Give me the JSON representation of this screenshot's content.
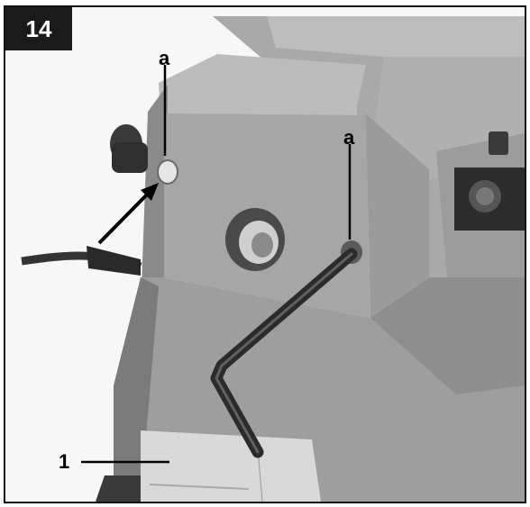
{
  "figure": {
    "number": "14",
    "callouts": {
      "a_top_left": "a",
      "a_top_right": "a",
      "one": "1"
    }
  },
  "colors": {
    "housing": "#9a9a9a",
    "housing_light": "#b8b8b8",
    "housing_dark": "#6f6f6f",
    "background": "#fafafa",
    "ink": "#111111"
  },
  "icons": [
    "hex-key",
    "arrow-pointer",
    "screw-hole",
    "cable"
  ]
}
